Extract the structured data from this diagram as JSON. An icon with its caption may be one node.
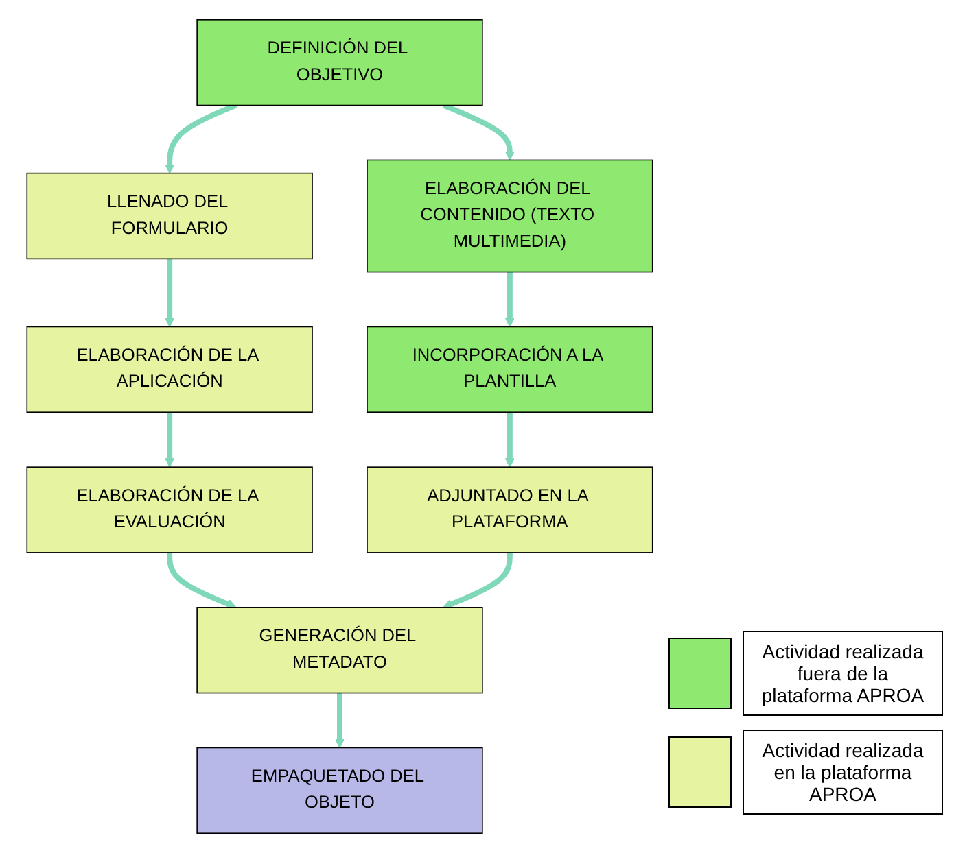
{
  "diagram": {
    "nodes": [
      {
        "text": [
          "DEFINICIÓN DEL OBJETIVO"
        ]
      },
      {
        "text": [
          "ELABORACIÓN DEL CONTENIDO (TEXTO MULTIMEDIA)"
        ]
      },
      {
        "text": [
          "LLENADO DEL FORMULARIO"
        ]
      },
      {
        "text": [
          "INCORPORACIÓN A LA PLANTILLA"
        ]
      },
      {
        "text": [
          "ELABORACIÓN DE LA APLICACIÓN"
        ]
      },
      {
        "text": [
          "ADJUNTADO EN LA PLATAFORMA"
        ]
      },
      {
        "text": [
          "ELABORACIÓN DE LA EVALUACIÓN"
        ]
      },
      {
        "text": [
          "GENERACIÓN DEL METADATO"
        ]
      },
      {
        "text": [
          "EMPAQUETADO DEL OBJETO"
        ]
      }
    ],
    "edges": [
      {
        "from": 0,
        "to": 1,
        "arrow": "to"
      },
      {
        "from": 0,
        "to": 2,
        "arrow": "to"
      },
      {
        "from": 1,
        "to": 3,
        "arrow": "to"
      },
      {
        "from": 2,
        "to": 4,
        "arrow": "to"
      },
      {
        "from": 3,
        "to": 5,
        "arrow": "to"
      },
      {
        "from": 4,
        "to": 6,
        "arrow": "to"
      },
      {
        "from": 6,
        "to": 7,
        "arrow": "to"
      },
      {
        "from": 5,
        "to": 7,
        "arrow": "to"
      },
      {
        "from": 7,
        "to": 8,
        "arrow": "to"
      }
    ],
    "legend": [
      {
        "text": "Actividad realizada fuera de la plataforma APROA",
        "color": "#8fe86f"
      },
      {
        "text": "Actividad realizada en la plataforma APROA",
        "color": "#e6f3a0"
      }
    ]
  }
}
